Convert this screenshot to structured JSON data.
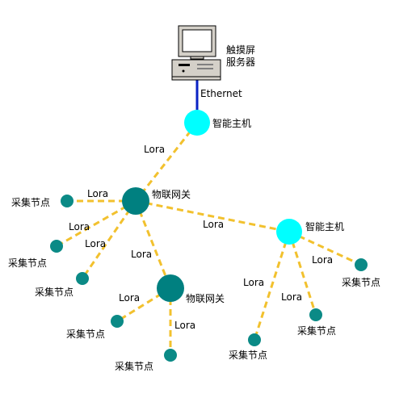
{
  "colors": {
    "gateway": "#008080",
    "host": "#00ffff",
    "node": "#0b8a86",
    "lora_link": "#f2c12e",
    "ethernet_link": "#0a22c4"
  },
  "server": {
    "icon": "desktop-computer-icon",
    "label_line1": "触摸屏",
    "label_line2": "服务器"
  },
  "links": {
    "ethernet_label": "Ethernet",
    "lora_label": "Lora"
  },
  "nodes": {
    "host_top": "智能主机",
    "host_right": "智能主机",
    "gateway_main": "物联网关",
    "gateway_sub": "物联网关",
    "collector_label": "采集节点"
  }
}
